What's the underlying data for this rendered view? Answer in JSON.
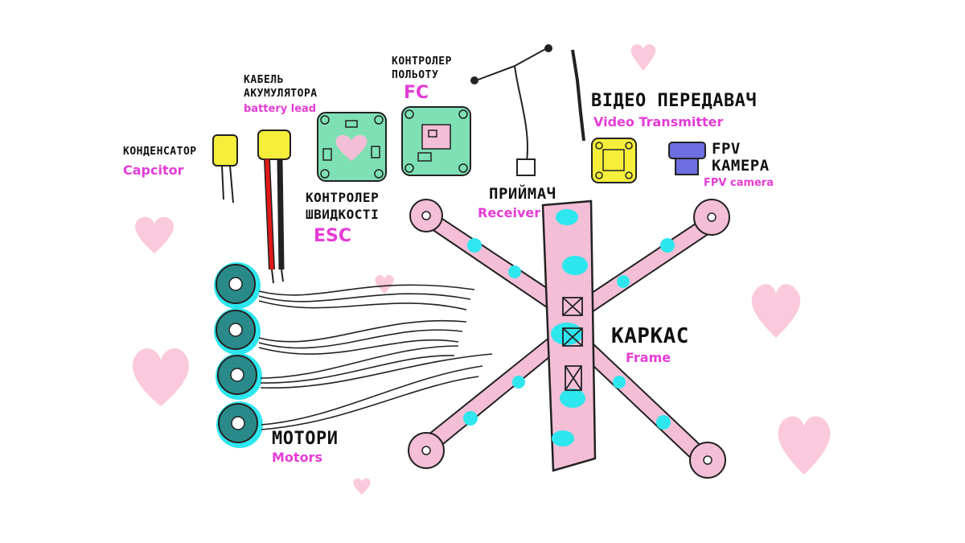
{
  "colors": {
    "accent": "#e43cd6",
    "frame_pink": "#f4bfd6",
    "frame_cyan": "#2ee6ee",
    "board_green": "#7ee0b4",
    "connector_yellow": "#f5ee3a",
    "motor_teal": "#2a8a8a",
    "camera_blue": "#6d6ee0",
    "heart_pink": "#fbc9dc",
    "wire_red": "#e01818"
  },
  "labels": {
    "capacitor_ua": "КОНДЕНСАТОР",
    "capacitor_en": "Capcitor",
    "battery_ua_1": "КАБЕЛЬ",
    "battery_ua_2": "АКУМУЛЯТОРА",
    "battery_en": "battery lead",
    "fc_ua_1": "КОНТРОЛЕР",
    "fc_ua_2": "ПОЛЬОТУ",
    "fc_en": "FC",
    "esc_ua_1": "КОНТРОЛЕР",
    "esc_ua_2": "ШВИДКОСТІ",
    "esc_en": "ESC",
    "receiver_ua": "ПРИЙМАЧ",
    "receiver_en": "Receiver",
    "vtx_ua": "ВІДЕО ПЕРЕДАВАЧ",
    "vtx_en": "Video Transmitter",
    "camera_ua_1": "FPV",
    "camera_ua_2": "КАМЕРА",
    "camera_en": "FPV camera",
    "motors_ua": "МОТОРИ",
    "motors_en": "Motors",
    "frame_ua": "КАРКАС",
    "frame_en": "Frame"
  }
}
